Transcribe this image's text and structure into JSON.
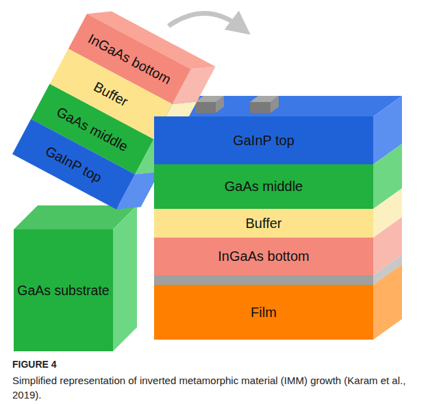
{
  "diagram": {
    "caption": "Simplified representation of inverted metamorphic material (IMM) growth (Karam et al., 2019).",
    "nodes": [
      {
        "text": [
          "InGaAs bottom"
        ]
      },
      {
        "text": [
          "Buffer"
        ]
      },
      {
        "text": [
          "GaAs middle"
        ]
      },
      {
        "text": [
          "GaInP top"
        ]
      },
      {
        "text": [
          "GaAs substrate"
        ]
      },
      {
        "text": [
          "GaInP top"
        ]
      },
      {
        "text": [
          "GaAs middle"
        ]
      },
      {
        "text": [
          "Buffer"
        ]
      },
      {
        "text": [
          "InGaAs bottom"
        ]
      },
      {
        "text": [
          "Film"
        ]
      }
    ],
    "labels": [
      "FIGURE 4"
    ]
  }
}
